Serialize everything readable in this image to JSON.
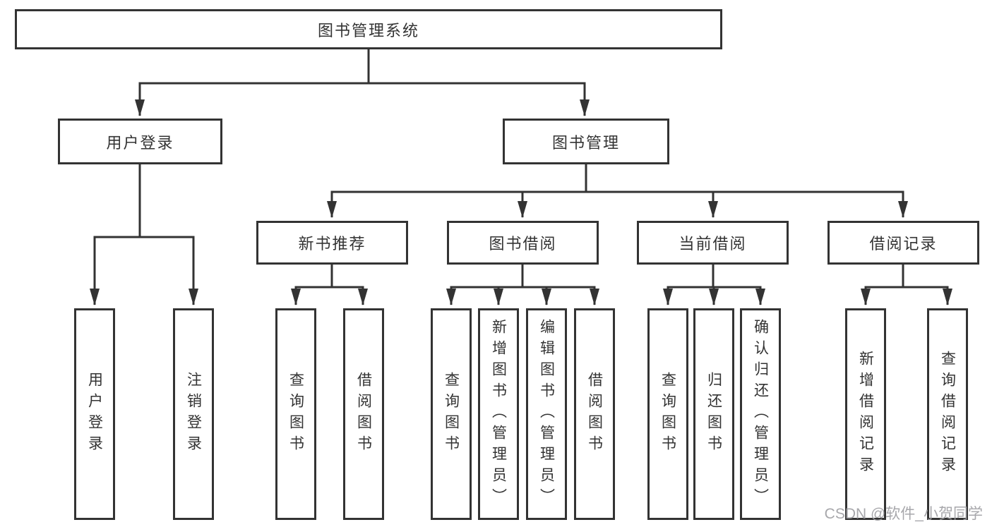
{
  "colors": {
    "line": "#333333",
    "text": "#333333",
    "background": "#ffffff",
    "watermark": "#9e9ea2"
  },
  "watermark": "CSDN @软件_小贺同学",
  "tree": {
    "label": "图书管理系统",
    "children": [
      {
        "label": "用户登录",
        "children": [
          {
            "label": "用户登录"
          },
          {
            "label": "注销登录"
          }
        ]
      },
      {
        "label": "图书管理",
        "children": [
          {
            "label": "新书推荐",
            "children": [
              {
                "label": "查询图书"
              },
              {
                "label": "借阅图书"
              }
            ]
          },
          {
            "label": "图书借阅",
            "children": [
              {
                "label": "查询图书"
              },
              {
                "label": "新增图书（管理员）"
              },
              {
                "label": "编辑图书（管理员）"
              },
              {
                "label": "借阅图书"
              }
            ]
          },
          {
            "label": "当前借阅",
            "children": [
              {
                "label": "查询图书"
              },
              {
                "label": "归还图书"
              },
              {
                "label": "确认归还（管理员）"
              }
            ]
          },
          {
            "label": "借阅记录",
            "children": [
              {
                "label": "新增借阅记录"
              },
              {
                "label": "查询借阅记录"
              }
            ]
          }
        ]
      }
    ]
  }
}
